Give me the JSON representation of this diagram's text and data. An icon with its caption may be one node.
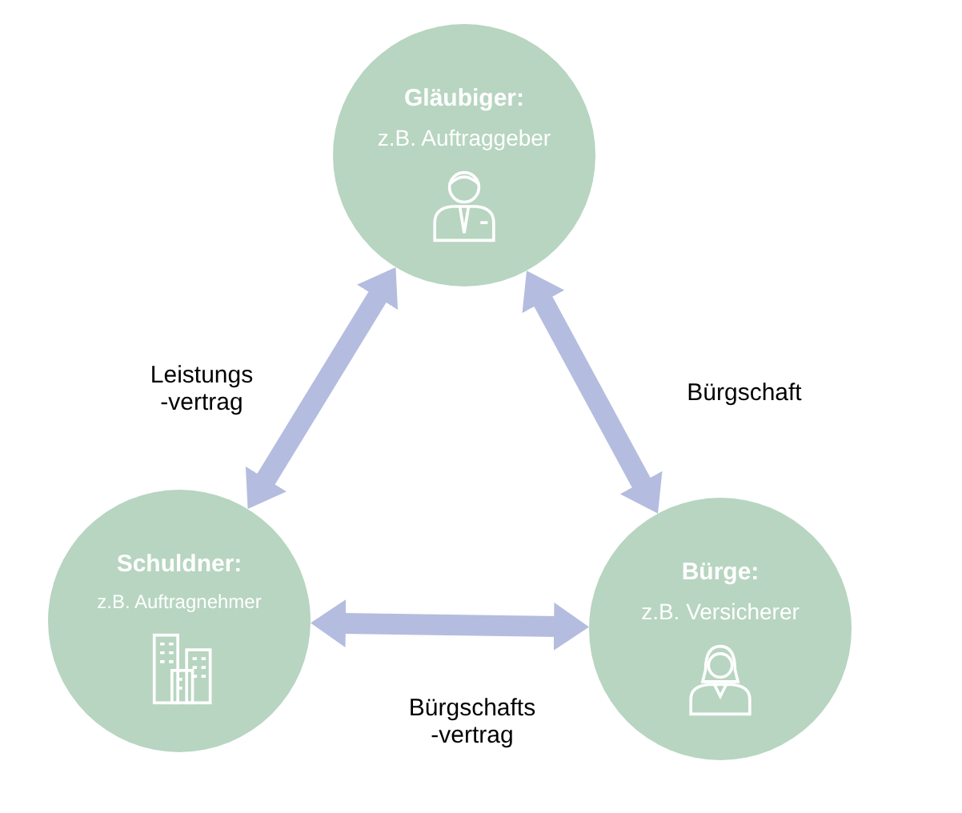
{
  "diagram": {
    "nodes": [
      {
        "text": [
          "Gläubiger:",
          "z.B. Auftraggeber"
        ]
      },
      {
        "text": [
          "Schuldner:",
          "z.B. Auftragnehmer"
        ]
      },
      {
        "text": [
          "Bürge:",
          "z.B. Versicherer"
        ]
      }
    ],
    "edges": [
      {
        "from": 0,
        "to": 1,
        "arrow": "both",
        "label": "Leistungs -vertrag"
      },
      {
        "from": 0,
        "to": 2,
        "arrow": "both",
        "label": "Bürgschaft"
      },
      {
        "from": 1,
        "to": 2,
        "arrow": "both",
        "label": "Bürgschafts -vertrag"
      }
    ]
  }
}
